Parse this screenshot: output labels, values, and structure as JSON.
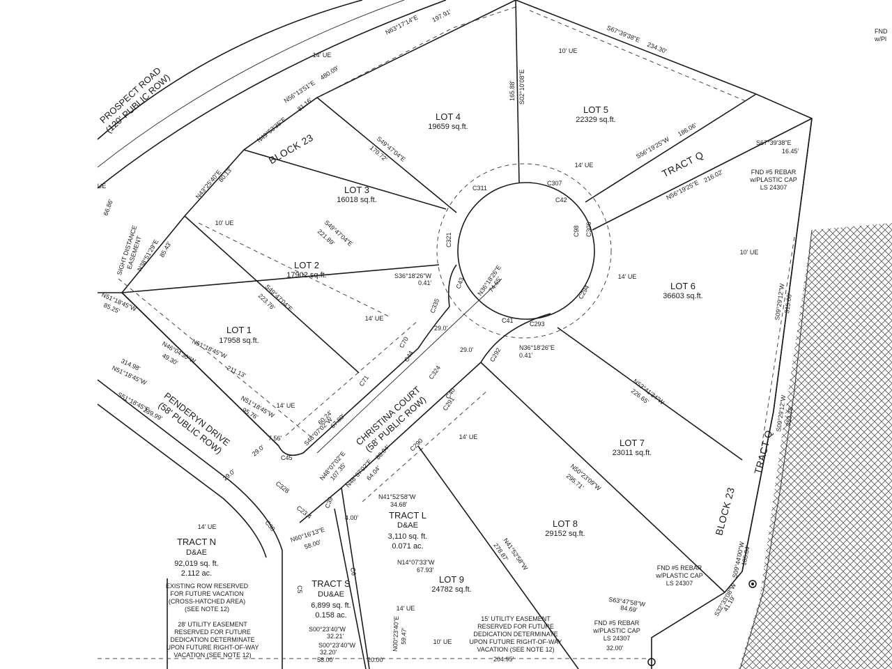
{
  "roads": {
    "prospect_line1": "PROSPECT ROAD",
    "prospect_line2": "(120' PUBLIC ROW)",
    "christina_line1": "CHRISTINA COURT",
    "christina_line2": "(58' PUBLIC ROW)",
    "penderyn_line1": "PENDERYN DRIVE",
    "penderyn_line2": "(58' PUBLIC ROW)"
  },
  "blocks": {
    "upper": "BLOCK 23",
    "lower": "BLOCK 23"
  },
  "lots": [
    {
      "label": "LOT 1",
      "area": "17958 sq.ft."
    },
    {
      "label": "LOT 2",
      "area": "17902 sq.ft."
    },
    {
      "label": "LOT 3",
      "area": "16018 sq.ft."
    },
    {
      "label": "LOT 4",
      "area": "19659 sq.ft."
    },
    {
      "label": "LOT 5",
      "area": "22329 sq.ft."
    },
    {
      "label": "LOT 6",
      "area": "36603 sq.ft."
    },
    {
      "label": "LOT 7",
      "area": "23011 sq.ft."
    },
    {
      "label": "LOT 8",
      "area": "29152 sq.ft."
    },
    {
      "label": "LOT 9",
      "area": "24782 sq.ft."
    }
  ],
  "tracts": {
    "q_upper": "TRACT Q",
    "q_lower": "TRACT Q",
    "l": {
      "name": "TRACT L",
      "use": "D&AE",
      "sqft": "3,110 sq. ft.",
      "ac": "0.071 ac."
    },
    "n": {
      "name": "TRACT N",
      "use": "D&AE",
      "sqft": "92,019 sq. ft.",
      "ac": "2.112 ac."
    },
    "s": {
      "name": "TRACT S",
      "use": "DU&AE",
      "sqft": "6,899 sq. ft.",
      "ac": "0.158 ac."
    }
  },
  "notes": {
    "existing_row": [
      "EXISTING ROW RESERVED",
      "FOR FUTURE VACATION",
      "(CROSS-HATCHED AREA)",
      "(SEE NOTE 12)"
    ],
    "utility_28": [
      "28' UTILITY EASEMENT",
      "RESERVED FOR FUTURE",
      "DEDICATION DETERMINATE",
      "UPON FUTURE RIGHT-OF-WAY",
      "VACATION (SEE NOTE 12)"
    ],
    "utility_15": [
      "15' UTILITY EASEMENT",
      "RESERVED FOR FUTURE",
      "DEDICATION DETERMINATE",
      "UPON FUTURE RIGHT-OF-WAY",
      "VACATION (SEE NOTE 12)"
    ],
    "sight_distance": [
      "SIGHT DISTANCE",
      "EASEMENT"
    ],
    "rebar_a": [
      "FND #5 REBAR",
      "w/PLASTIC CAP",
      "LS 24307"
    ],
    "rebar_b": [
      "FND #5 REBAR",
      "w/PLASTIC CAP",
      "LS 24307"
    ],
    "rebar_c": [
      "FND #5 REBAR",
      "w/PLASTIC CAP",
      "LS 24307"
    ],
    "fnd_corner": [
      "FND",
      "w/Pl"
    ]
  },
  "easements": {
    "ue14": "14' UE",
    "ue10": "10' UE",
    "ue": "UE"
  },
  "bearings": {
    "n63": "N63°17'14\"E",
    "d197": "197.91'",
    "n56a": "N56°13'51\"E",
    "d480": "480.09'",
    "n49": "N49°53'35\"E",
    "d81": "81.16'",
    "n43": "N43°25'40\"E",
    "d80": "80.13'",
    "n38": "N38°51'29\"E",
    "d85": "85.43'",
    "d66": "66.86'",
    "s67a": "S67°39'38\"E",
    "d234": "234.30'",
    "s67b": "S67°39'38\"E",
    "d16": "16.45'",
    "d165": "165.88'",
    "s02": "S02°10'08\"E",
    "s49a": "S49°47'04\"E",
    "d170": "170.72'",
    "s49b": "S49°47'04\"E",
    "d221": "221.89'",
    "s49c": "S49°47'04\"E",
    "d223": "223.76'",
    "s56": "S56°19'25\"W",
    "d186": "186.06'",
    "n56b": "N56°19'25\"E",
    "d216": "216.02'",
    "s36": "S36°18'26\"W",
    "d041a": "0.41'",
    "n36a": "N36°18'26\"E",
    "d74": "74.65'",
    "n36b": "N36°18'26\"E",
    "d041b": "0.41'",
    "s09a": "S09°29'12\"W",
    "d315": "315.06'",
    "s09b": "S09°29'12\"W",
    "d353": "353.78'",
    "n53": "N53°41'34\"W",
    "d226": "226.65'",
    "n50": "N50°23'09\"W",
    "d295": "295.71'",
    "n41a": "N41°52'58\"W",
    "d34": "34.68'",
    "n41b": "N41°52'58\"W",
    "d278": "278.87'",
    "n14": "N14°07'33\"W",
    "d67": "67.93'",
    "n48a": "N48°07'02\"E",
    "d107": "107.35'",
    "n48b": "N48°07'02\"E",
    "d88": "88.04'",
    "d64": "64.04'",
    "s48": "S48°07'02\"W",
    "d67b": "67.80'",
    "d60": "60.24'",
    "n51a": "N51°18'45\"W",
    "d85b": "85.25'",
    "n51b": "N51°18'45\"W",
    "d211": "211.13'",
    "n46": "N46°04'30\"W",
    "d49": "49.30'",
    "n51c": "N51°18'45\"W",
    "d95": "95.76'",
    "n51d": "N51°18'45\"W",
    "d314": "314.98'",
    "s51": "S51°18'45\"E",
    "d239": "239.99'",
    "n60": "N60°16'13\"E",
    "d58": "58.00'",
    "s00a": "S00°23'40\"W",
    "d32a": "32.21'",
    "s00b": "S00°23'40\"W",
    "d32b": "32.20'",
    "d58b": "58.00'",
    "d20": "20.00'",
    "n00": "N00°23'40\"E",
    "d59": "59.47'",
    "s63": "S63°47'58\"W",
    "d84": "84.69'",
    "s09c": "S09°44'00\"W",
    "d105": "105.84'",
    "s32": "S32°33'08\"W",
    "d41": "41.19'",
    "d32c": "32.00'",
    "d204": "204.95'",
    "d7": "7.56'",
    "d29a": "29.0'",
    "d29b": "29.0'",
    "d29c": "29.0'",
    "d29d": "29.0'",
    "d4": "4.00'"
  },
  "curves": {
    "c311": "C311",
    "c307": "C307",
    "c42": "C42",
    "c306": "C306",
    "c98": "C98",
    "c321": "C321",
    "c43": "C43",
    "c335": "C335",
    "c294": "C294",
    "c293": "C293",
    "c41": "C41",
    "c70": "C70",
    "c44": "C44",
    "c71": "C71",
    "c292": "C292",
    "c324": "C324",
    "c40": "C40",
    "c291": "C291",
    "c290": "C290",
    "c45": "C45",
    "c328": "C328",
    "c234": "C23.4",
    "c39": "C39",
    "c38": "C38",
    "c5": "C5",
    "c6": "C6"
  }
}
